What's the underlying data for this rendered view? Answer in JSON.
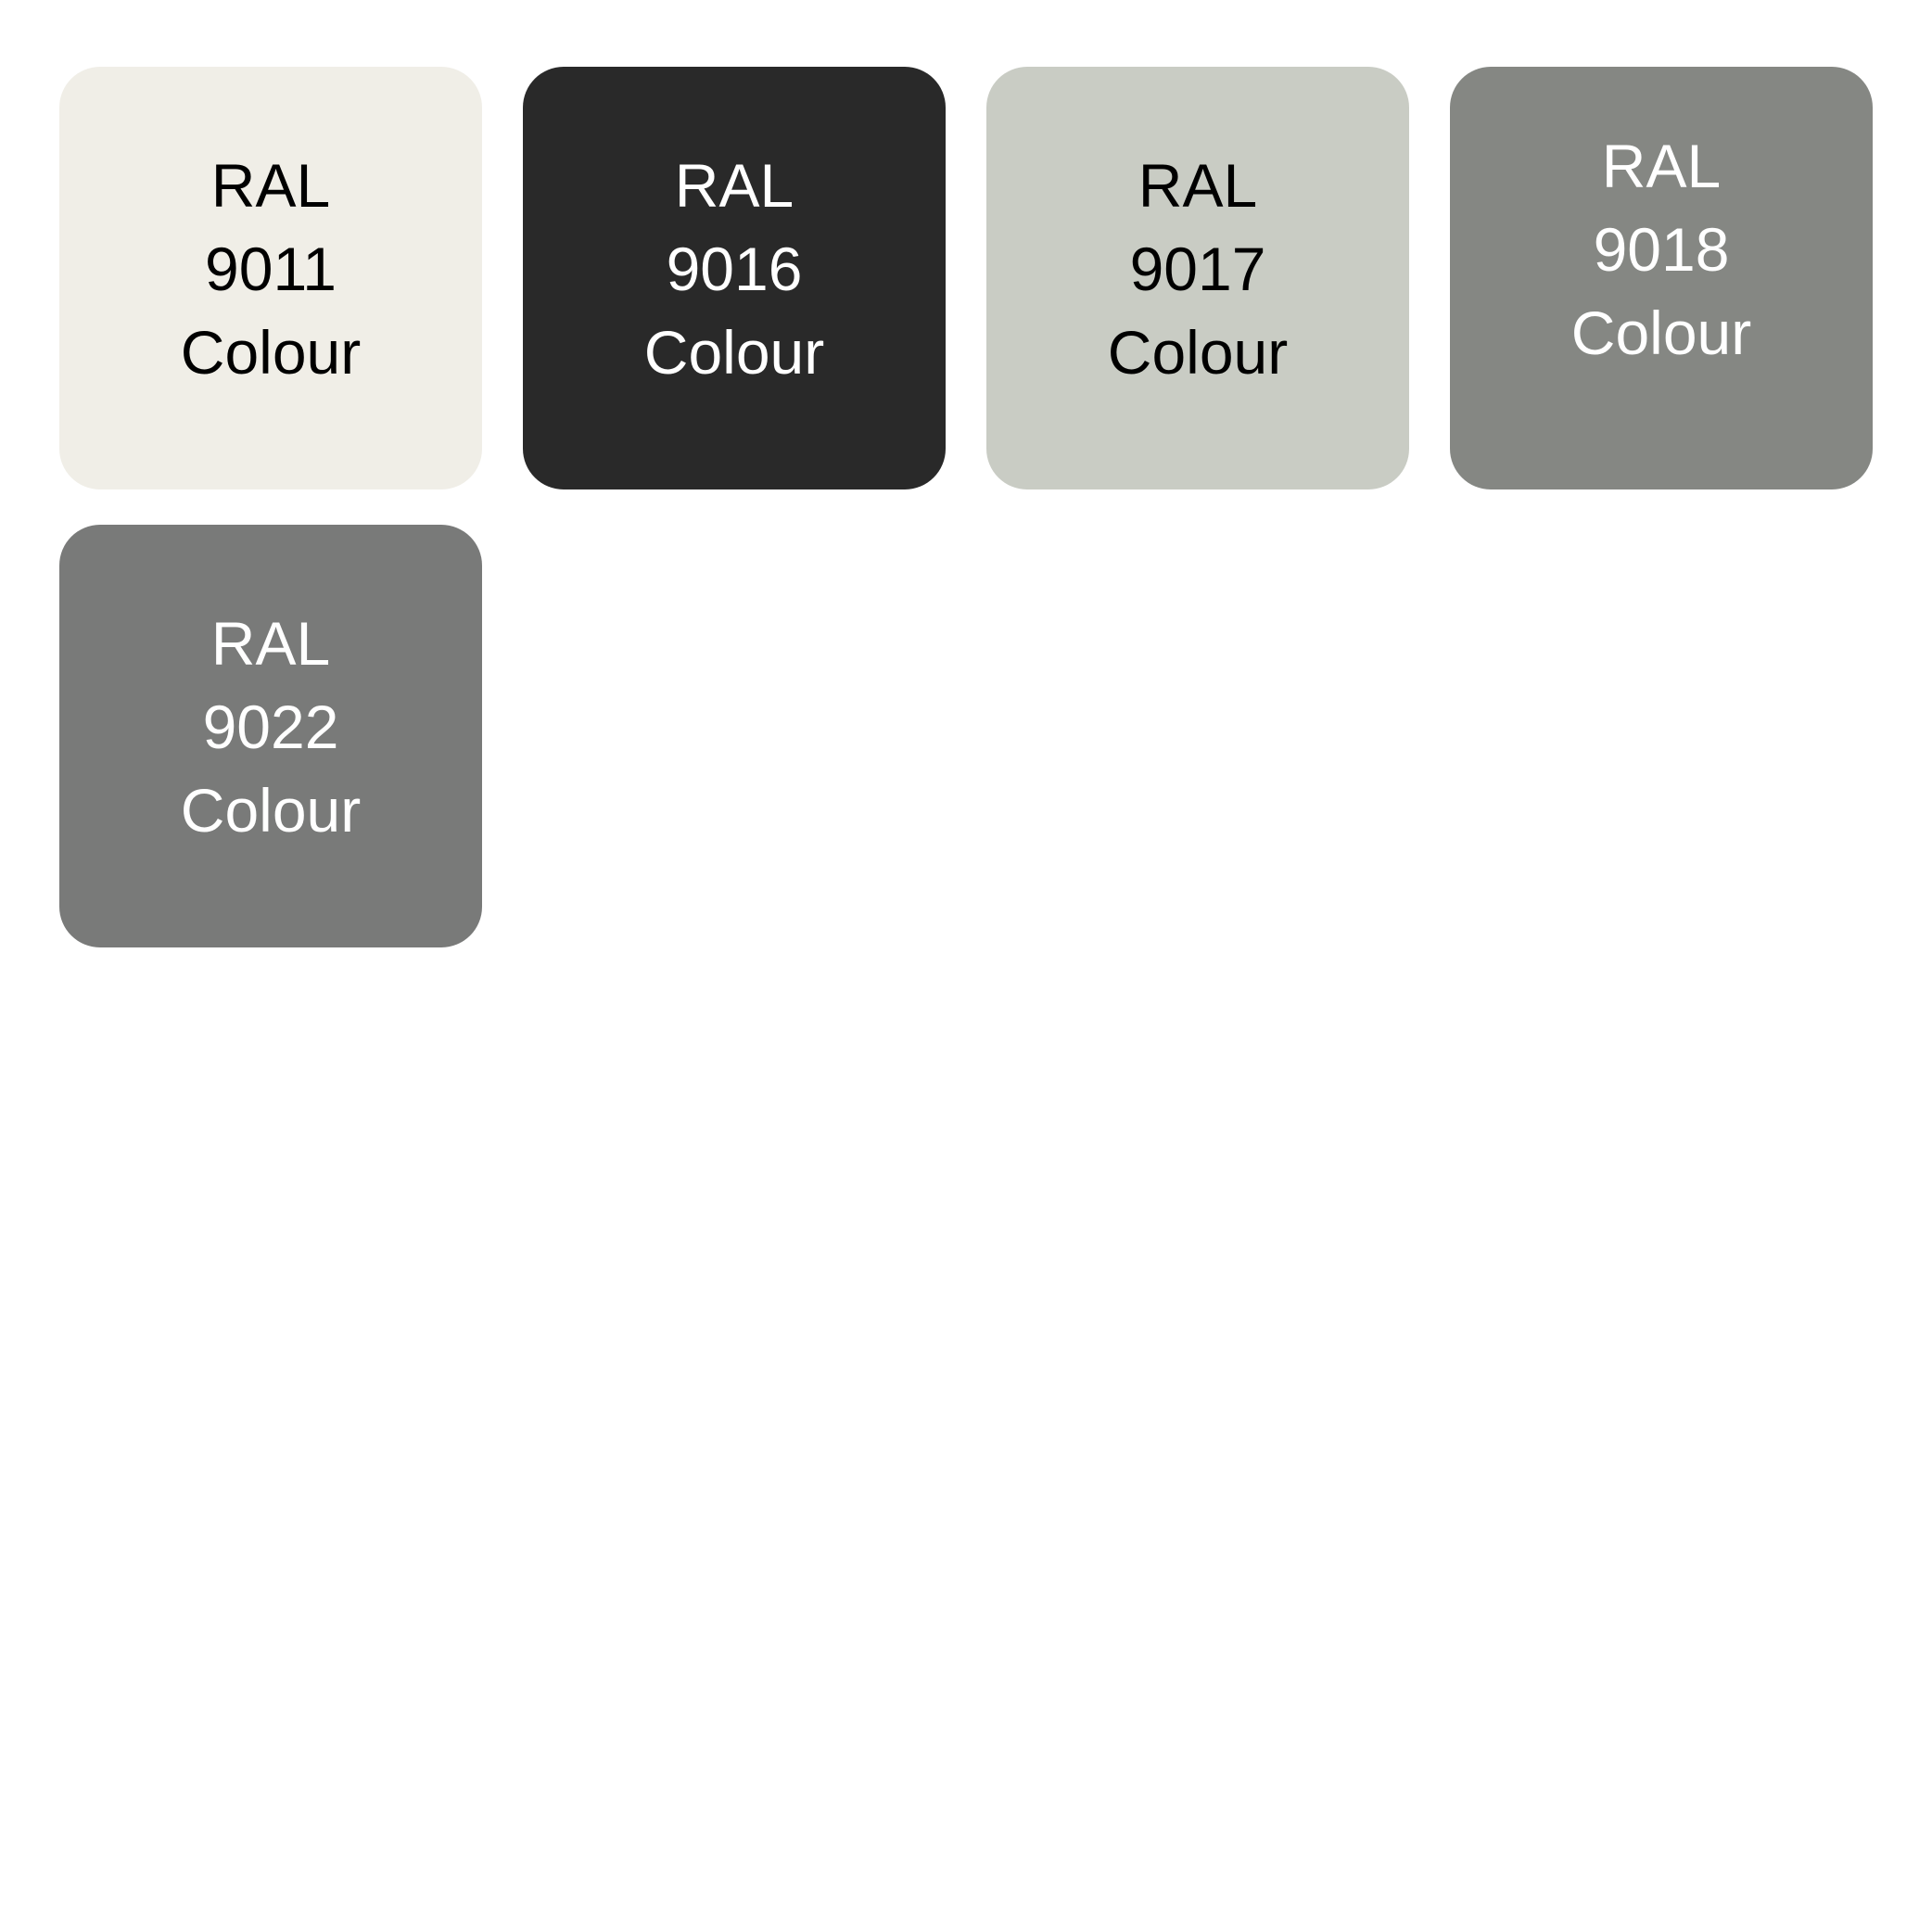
{
  "canvas": {
    "background": "#FFFFFF"
  },
  "swatches": [
    {
      "id": "ral-9011",
      "code": "9011",
      "lines": [
        "RAL",
        "9011",
        "Colour"
      ],
      "bg": "#F0EEE7",
      "text_color": "#000000"
    },
    {
      "id": "ral-9016",
      "code": "9016",
      "lines": [
        "RAL",
        "9016",
        "Colour"
      ],
      "bg": "#292929",
      "text_color": "#FFFFFF"
    },
    {
      "id": "ral-9017",
      "code": "9017",
      "lines": [
        "RAL",
        "9017",
        "Colour"
      ],
      "bg": "#C9CCC4",
      "text_color": "#000000"
    },
    {
      "id": "ral-9018",
      "code": "9018",
      "lines": [
        "RAL",
        "9018",
        "Colour"
      ],
      "bg": "#858783",
      "text_color": "#FFFFFF"
    },
    {
      "id": "ral-9022",
      "code": "9022",
      "lines": [
        "RAL",
        "9022",
        "Colour"
      ],
      "bg": "#797A79",
      "text_color": "#FFFFFF"
    }
  ]
}
